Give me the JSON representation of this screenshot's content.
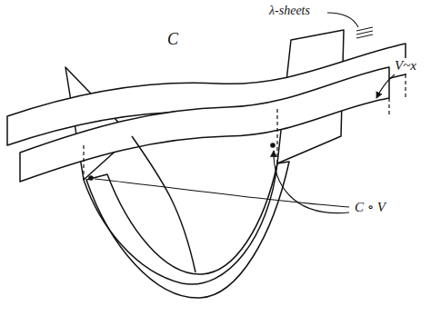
{
  "diagram": {
    "labels": [
      "λ-sheets",
      "C",
      "V~x",
      "C ∘ V"
    ]
  }
}
